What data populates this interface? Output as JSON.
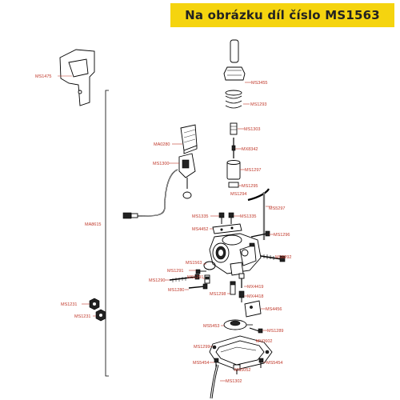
{
  "header": {
    "title": "Na obrázku díl číslo MS1563"
  },
  "labels": {
    "ms1475": "MS1475",
    "ms3455": "MS3455",
    "ms1293": "MS1293",
    "ms1303": "MS1303",
    "mx8342": "MX8342",
    "ma0280": "MA0280",
    "ms1300": "MS1300",
    "ms1297": "MS1297",
    "ms1295": "MS1295",
    "ms1294": "MS1294",
    "ma8615": "MA8615",
    "ms5297": "MS5297",
    "ms1335a": "MS1335",
    "ms1335b": "MS1335",
    "ms4452": "MS4452",
    "ms1296": "MS1296",
    "ms1292": "MS1292",
    "ms1563": "MS1563",
    "ms1291a": "MS1291",
    "ms1291b": "MS1291",
    "ms1290": "MS1290",
    "ms1280": "MS1280",
    "mx4419": "MX4419",
    "ms1298": "MS1298",
    "mx4418": "MX4418",
    "ms4456": "MS4456",
    "ms1231a": "MS1231",
    "ms1231b": "MS1231",
    "ms5453": "MS5453",
    "ms1289": "MS1289",
    "mv0602": "MV0602",
    "ms1299": "MS1299",
    "ms5454a": "MS5454",
    "ms5454b": "MS5454",
    "ms5052": "MS5052",
    "ms1302": "MS1302"
  }
}
